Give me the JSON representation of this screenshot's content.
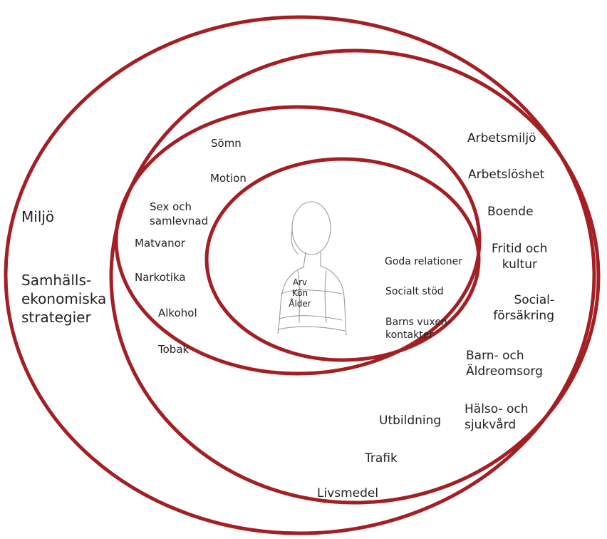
{
  "colors": {
    "ring": "#a31f24",
    "text": "#222222",
    "sketch": "#9a9a9a"
  },
  "outermost": {
    "miljo": "Miljö",
    "strategier": [
      "Samhälls-",
      "ekonomiska",
      "strategier"
    ]
  },
  "living_conditions": {
    "arbetsmiljo": "Arbetsmiljö",
    "arbetsloshet": "Arbetslöshet",
    "boende": "Boende",
    "fritid": [
      "Fritid och",
      "kultur"
    ],
    "social": [
      "Social-",
      "försäkring"
    ],
    "barn": [
      "Barn- och",
      "Äldreomsorg"
    ],
    "halso": [
      "Hälso- och",
      "sjukvård"
    ],
    "utbildning": "Utbildning",
    "trafik": "Trafik",
    "livsmedel": "Livsmedel"
  },
  "lifestyle": {
    "somn": "Sömn",
    "motion": "Motion",
    "sex": [
      "Sex och",
      "samlevnad"
    ],
    "matvanor": "Matvanor",
    "narkotika": "Narkotika",
    "alkohol": "Alkohol",
    "tobak": "Tobak"
  },
  "social_network": {
    "goda": "Goda relationer",
    "stod": "Socialt stöd",
    "barns": [
      "Barns vuxen-",
      "kontakter"
    ]
  },
  "core": {
    "arv": "Arv",
    "kon": "Kön",
    "alder": "Ålder"
  }
}
